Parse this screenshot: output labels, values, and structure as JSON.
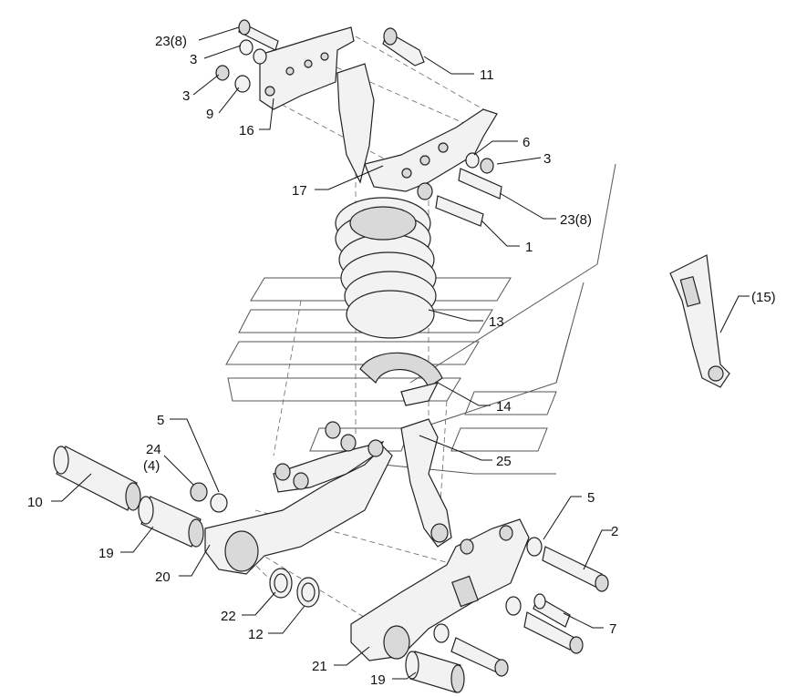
{
  "callouts": [
    {
      "id": "c1",
      "text": "23(8)"
    },
    {
      "id": "c2",
      "text": "3"
    },
    {
      "id": "c3",
      "text": "3"
    },
    {
      "id": "c4",
      "text": "9"
    },
    {
      "id": "c5",
      "text": "16"
    },
    {
      "id": "c6",
      "text": "11"
    },
    {
      "id": "c7",
      "text": "6"
    },
    {
      "id": "c8",
      "text": "3"
    },
    {
      "id": "c9",
      "text": "17"
    },
    {
      "id": "c10",
      "text": "23(8)"
    },
    {
      "id": "c11",
      "text": "1"
    },
    {
      "id": "c12",
      "text": "(15)"
    },
    {
      "id": "c13",
      "text": "13"
    },
    {
      "id": "c14",
      "text": "14"
    },
    {
      "id": "c15",
      "text": "25"
    },
    {
      "id": "c16",
      "text": "5"
    },
    {
      "id": "c17",
      "text": "24"
    },
    {
      "id": "c18",
      "text": "(4)"
    },
    {
      "id": "c19",
      "text": "10"
    },
    {
      "id": "c20",
      "text": "19"
    },
    {
      "id": "c21",
      "text": "20"
    },
    {
      "id": "c22",
      "text": "5"
    },
    {
      "id": "c23",
      "text": "2"
    },
    {
      "id": "c24",
      "text": "22"
    },
    {
      "id": "c25",
      "text": "12"
    },
    {
      "id": "c26",
      "text": "7"
    },
    {
      "id": "c27",
      "text": "21"
    },
    {
      "id": "c28",
      "text": "19"
    }
  ]
}
